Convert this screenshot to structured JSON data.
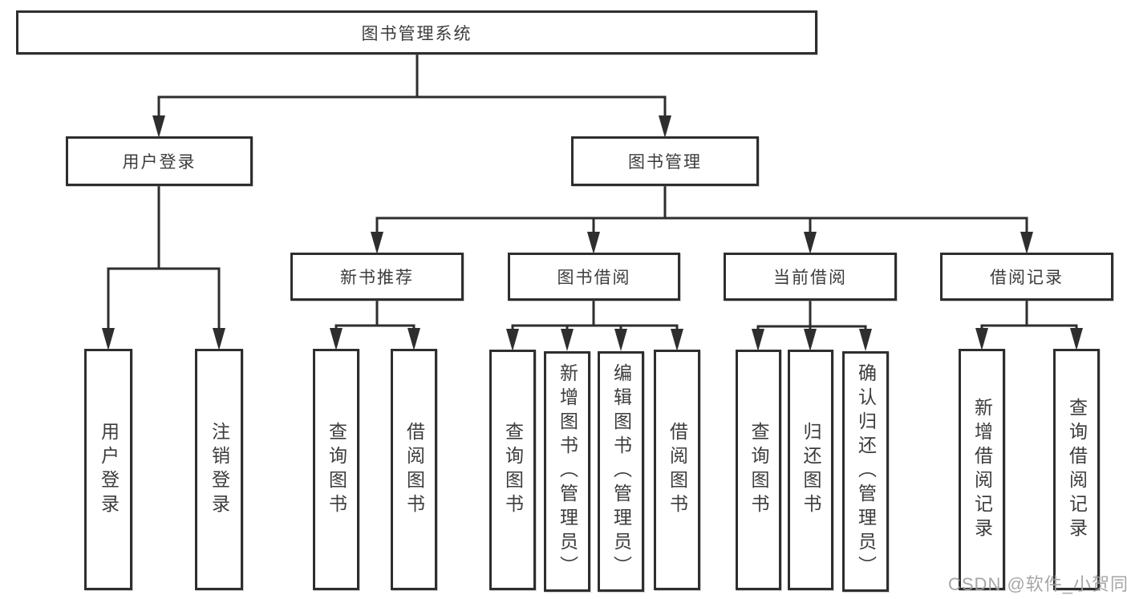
{
  "diagram": {
    "colors": {
      "line": "#2e2e2e",
      "text": "#3c3c3c",
      "box_bg": "#ffffff",
      "watermark": "#9e9e9e"
    },
    "watermark": "CSDN @软件_小贺同学",
    "nodes": {
      "root": {
        "label": "图书管理系统"
      },
      "user_login": {
        "label": "用户登录"
      },
      "book_mgmt": {
        "label": "图书管理"
      },
      "new_book_rec": {
        "label": "新书推荐"
      },
      "book_borrow": {
        "label": "图书借阅"
      },
      "current_borrow": {
        "label": "当前借阅"
      },
      "borrow_records": {
        "label": "借阅记录"
      },
      "leaf_user_login": {
        "label": "用户登录"
      },
      "leaf_logout": {
        "label": "注销登录"
      },
      "leaf_query_book_rec": {
        "label": "查询图书"
      },
      "leaf_borrow_book_rec": {
        "label": "借阅图书"
      },
      "leaf_query_book_borrow": {
        "label": "查询图书"
      },
      "leaf_add_book": {
        "label": "新增图书（管理员）"
      },
      "leaf_edit_book": {
        "label": "编辑图书（管理员）"
      },
      "leaf_borrow_book_borrow": {
        "label": "借阅图书"
      },
      "leaf_query_book_current": {
        "label": "查询图书"
      },
      "leaf_return_book": {
        "label": "归还图书"
      },
      "leaf_confirm_return": {
        "label": "确认归还（管理员）"
      },
      "leaf_add_borrow_record": {
        "label": "新增借阅记录"
      },
      "leaf_query_borrow_record": {
        "label": "查询借阅记录"
      }
    },
    "hierarchy": [
      {
        "parent": "图书管理系统",
        "children": [
          "用户登录",
          "图书管理"
        ]
      },
      {
        "parent": "用户登录",
        "children": [
          "用户登录",
          "注销登录"
        ]
      },
      {
        "parent": "图书管理",
        "children": [
          "新书推荐",
          "图书借阅",
          "当前借阅",
          "借阅记录"
        ]
      },
      {
        "parent": "新书推荐",
        "children": [
          "查询图书",
          "借阅图书"
        ]
      },
      {
        "parent": "图书借阅",
        "children": [
          "查询图书",
          "新增图书（管理员）",
          "编辑图书（管理员）",
          "借阅图书"
        ]
      },
      {
        "parent": "当前借阅",
        "children": [
          "查询图书",
          "归还图书",
          "确认归还（管理员）"
        ]
      },
      {
        "parent": "借阅记录",
        "children": [
          "新增借阅记录",
          "查询借阅记录"
        ]
      }
    ]
  }
}
